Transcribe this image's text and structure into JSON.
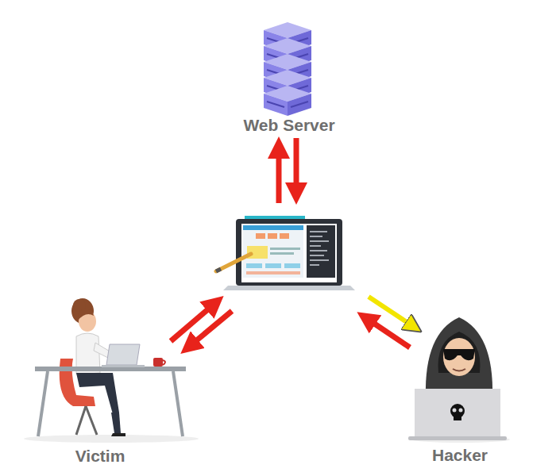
{
  "diagram": {
    "nodes": [
      {
        "text": [
          "Web Server"
        ]
      },
      {
        "text": [
          "Victim"
        ]
      },
      {
        "text": [
          "Hacker"
        ]
      }
    ]
  }
}
